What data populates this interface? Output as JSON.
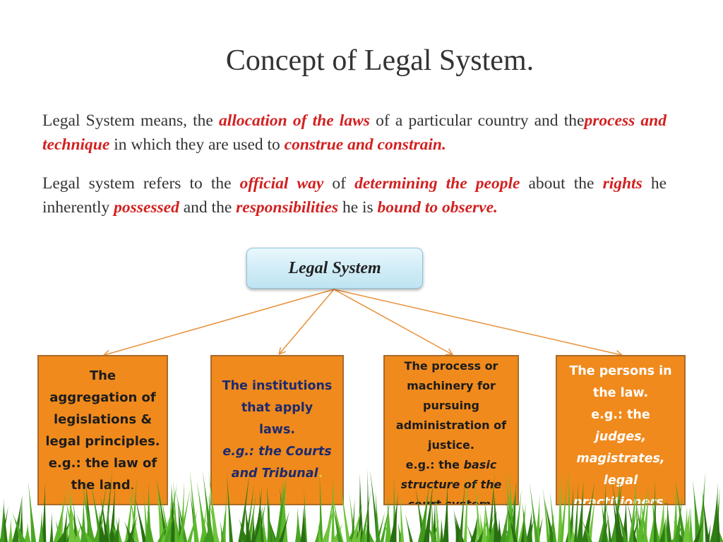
{
  "title": "Concept of Legal System.",
  "para1": {
    "t1": "Legal System means, the ",
    "e1": "allocation of the laws",
    "t2": " of a particular country and the",
    "e2": "process and technique",
    "t3": " in which they are used to ",
    "e3": "construe and constrain."
  },
  "para2": {
    "t1": "Legal system refers to the ",
    "e1": "official way",
    "t2": " of  ",
    "e2": "determining the people",
    "t3": " about the ",
    "e3": "rights",
    "t4": " he inherently ",
    "e4": "possessed",
    "t5": " and the  ",
    "e5": "responsibilities",
    "t6": " he is ",
    "e6": "bound to observe."
  },
  "root_label": "Legal System",
  "boxes": [
    {
      "line1": "The",
      "line2": "aggregation  of",
      "line3": "legislations &",
      "line4": "legal principles.",
      "line5": "e.g.: the law of",
      "line6": "the land",
      "dot": "."
    },
    {
      "line1": "The institutions",
      "line2": "that apply",
      "line3": "laws.",
      "emph1": "e.g.: the Courts",
      "emph2": "and Tribunal",
      "dot": "."
    },
    {
      "line1": "The process or",
      "line2": "machinery for",
      "line3": "pursuing",
      "line4": "administration of",
      "line5": "justice.",
      "line6a": "e.g.: the ",
      "emph1": "basic",
      "emph2": "structure of the",
      "emph3": "court system",
      "dot": "."
    },
    {
      "line1": "The persons in",
      "line2": "the law.",
      "line3": "e.g.: the",
      "emph1": "judges,",
      "emph2": "magistrates,",
      "emph3": "legal",
      "emph4": "practitioners",
      "dot": "."
    }
  ],
  "colors": {
    "emphasis": "#d32020",
    "box_fill": "#f08a1c",
    "connector": "#e8913a",
    "grass": "#3f9a1e"
  }
}
